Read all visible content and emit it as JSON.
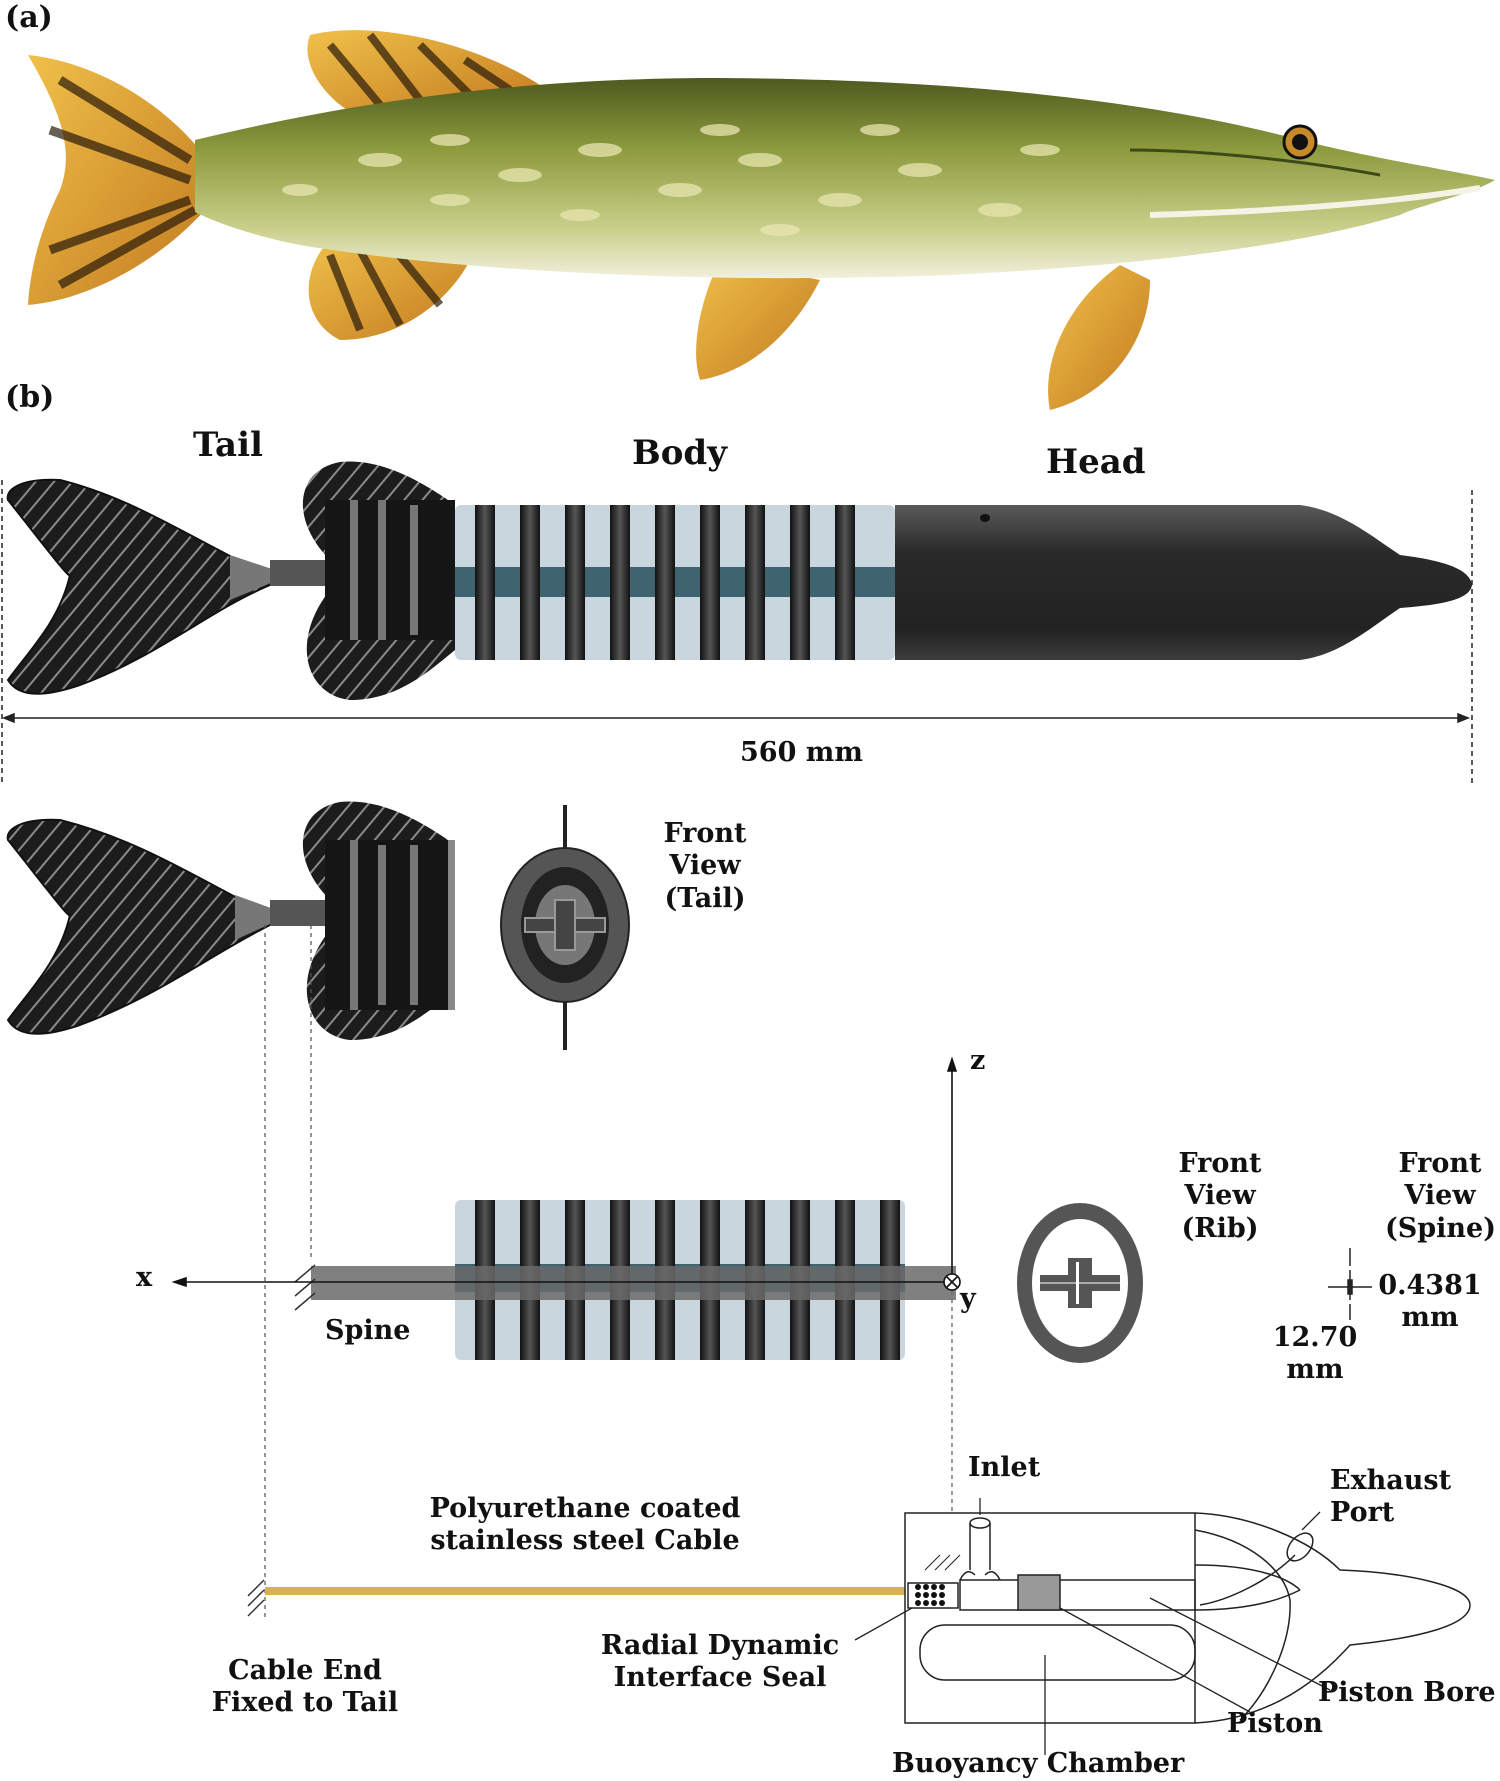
{
  "panels": {
    "a": "(a)",
    "b": "(b)"
  },
  "sections": {
    "tail": "Tail",
    "body": "Body",
    "head": "Head"
  },
  "dimension": {
    "length": "560 mm"
  },
  "front_views": {
    "tail": [
      "Front",
      "View",
      "(Tail)"
    ],
    "rib": [
      "Front",
      "View",
      "(Rib)"
    ],
    "spine": [
      "Front",
      "View",
      "(Spine)"
    ]
  },
  "axes": {
    "x": "x",
    "y": "y",
    "z": "z"
  },
  "spine_label": "Spine",
  "spine_dims": {
    "width": [
      "0.4381",
      "mm"
    ],
    "height": [
      "12.70",
      "mm"
    ]
  },
  "cable": {
    "title": [
      "Polyurethane coated",
      "stainless steel Cable"
    ],
    "end": [
      "Cable End",
      "Fixed to Tail"
    ]
  },
  "head_parts": {
    "inlet": "Inlet",
    "exhaust": [
      "Exhaust",
      "Port"
    ],
    "seal": [
      "Radial Dynamic",
      "Interface Seal"
    ],
    "piston_bore": "Piston Bore",
    "piston": "Piston",
    "buoyancy": "Buoyancy Chamber"
  },
  "colors": {
    "fin": "#1c1c1c",
    "fish_body": "#8a9a3c",
    "fish_fin": "#e2a437",
    "rib_light": "#c9d6dd",
    "rib_band": "#3f6470",
    "dark_ring": "#2b2b2b",
    "cable": "#d8b24a",
    "spine": "#6a6a6a"
  }
}
